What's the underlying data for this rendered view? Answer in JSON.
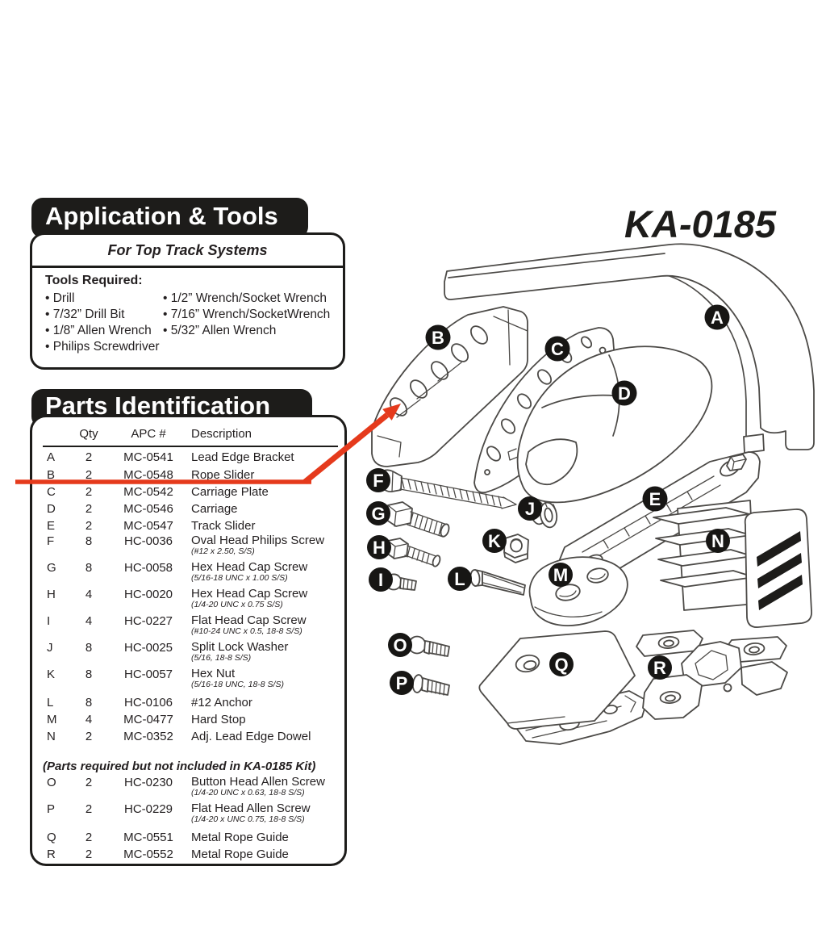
{
  "title": "KA-0185",
  "application_tools": {
    "header": "Application & Tools",
    "subtitle": "For Top Track Systems",
    "tools_label": "Tools Required:",
    "tools_col1": [
      "Drill",
      "7/32” Drill Bit",
      "1/8” Allen Wrench",
      "Philips Screwdriver"
    ],
    "tools_col2": [
      "1/2” Wrench/Socket Wrench",
      "7/16” Wrench/SocketWrench",
      "5/32” Allen Wrench"
    ]
  },
  "parts": {
    "header": "Parts Identification",
    "columns": {
      "qty": "Qty",
      "apc": "APC #",
      "desc": "Description"
    },
    "rows": [
      {
        "id": "A",
        "qty": "2",
        "apc": "MC-0541",
        "desc": "Lead Edge Bracket"
      },
      {
        "id": "B",
        "qty": "2",
        "apc": "MC-0548",
        "desc": "Rope Slider"
      },
      {
        "id": "C",
        "qty": "2",
        "apc": "MC-0542",
        "desc": "Carriage Plate"
      },
      {
        "id": "D",
        "qty": "2",
        "apc": "MC-0546",
        "desc": "Carriage"
      },
      {
        "id": "E",
        "qty": "2",
        "apc": "MC-0547",
        "desc": "Track Slider"
      },
      {
        "id": "F",
        "qty": "8",
        "apc": "HC-0036",
        "desc": "Oval Head Philips Screw",
        "spec": "(#12 x 2.50, S/S)"
      },
      {
        "id": "G",
        "qty": "8",
        "apc": "HC-0058",
        "desc": "Hex Head Cap Screw",
        "spec": "(5/16-18 UNC x 1.00 S/S)"
      },
      {
        "id": "H",
        "qty": "4",
        "apc": "HC-0020",
        "desc": "Hex Head Cap Screw",
        "spec": "(1/4-20 UNC x 0.75 S/S)"
      },
      {
        "id": "I",
        "qty": "4",
        "apc": "HC-0227",
        "desc": "Flat Head Cap Screw",
        "spec": "(#10-24 UNC x 0.5, 18-8 S/S)"
      },
      {
        "id": "J",
        "qty": "8",
        "apc": "HC-0025",
        "desc": "Split Lock Washer",
        "spec": "(5/16, 18-8 S/S)"
      },
      {
        "id": "K",
        "qty": "8",
        "apc": "HC-0057",
        "desc": "Hex Nut",
        "spec": "(5/16-18 UNC, 18-8 S/S)"
      },
      {
        "id": "L",
        "qty": "8",
        "apc": "HC-0106",
        "desc": "#12 Anchor"
      },
      {
        "id": "M",
        "qty": "4",
        "apc": "MC-0477",
        "desc": "Hard Stop"
      },
      {
        "id": "N",
        "qty": "2",
        "apc": "MC-0352",
        "desc": "Adj. Lead Edge Dowel"
      }
    ],
    "note": "(Parts required but not included in KA-0185 Kit)",
    "extra_rows": [
      {
        "id": "O",
        "qty": "2",
        "apc": "HC-0230",
        "desc": "Button Head Allen Screw",
        "spec": "(1/4-20 UNC x 0.63, 18-8 S/S)"
      },
      {
        "id": "P",
        "qty": "2",
        "apc": "HC-0229",
        "desc": "Flat Head Allen Screw",
        "spec": "(1/4-20 x UNC 0.75, 18-8 S/S)"
      },
      {
        "id": "Q",
        "qty": "2",
        "apc": "MC-0551",
        "desc": "Metal Rope Guide"
      },
      {
        "id": "R",
        "qty": "2",
        "apc": "MC-0552",
        "desc": "Metal Rope Guide"
      }
    ]
  },
  "diagram": {
    "badges": [
      {
        "letter": "A"
      },
      {
        "letter": "B"
      },
      {
        "letter": "C"
      },
      {
        "letter": "D"
      },
      {
        "letter": "E"
      },
      {
        "letter": "F"
      },
      {
        "letter": "G"
      },
      {
        "letter": "H"
      },
      {
        "letter": "I"
      },
      {
        "letter": "J"
      },
      {
        "letter": "K"
      },
      {
        "letter": "L"
      },
      {
        "letter": "M"
      },
      {
        "letter": "N"
      },
      {
        "letter": "O"
      },
      {
        "letter": "P"
      },
      {
        "letter": "Q"
      },
      {
        "letter": "R"
      }
    ],
    "colors": {
      "callout_red": "#e53a1c",
      "ink": "#1d1c1a",
      "line": "#4c4a47"
    }
  }
}
